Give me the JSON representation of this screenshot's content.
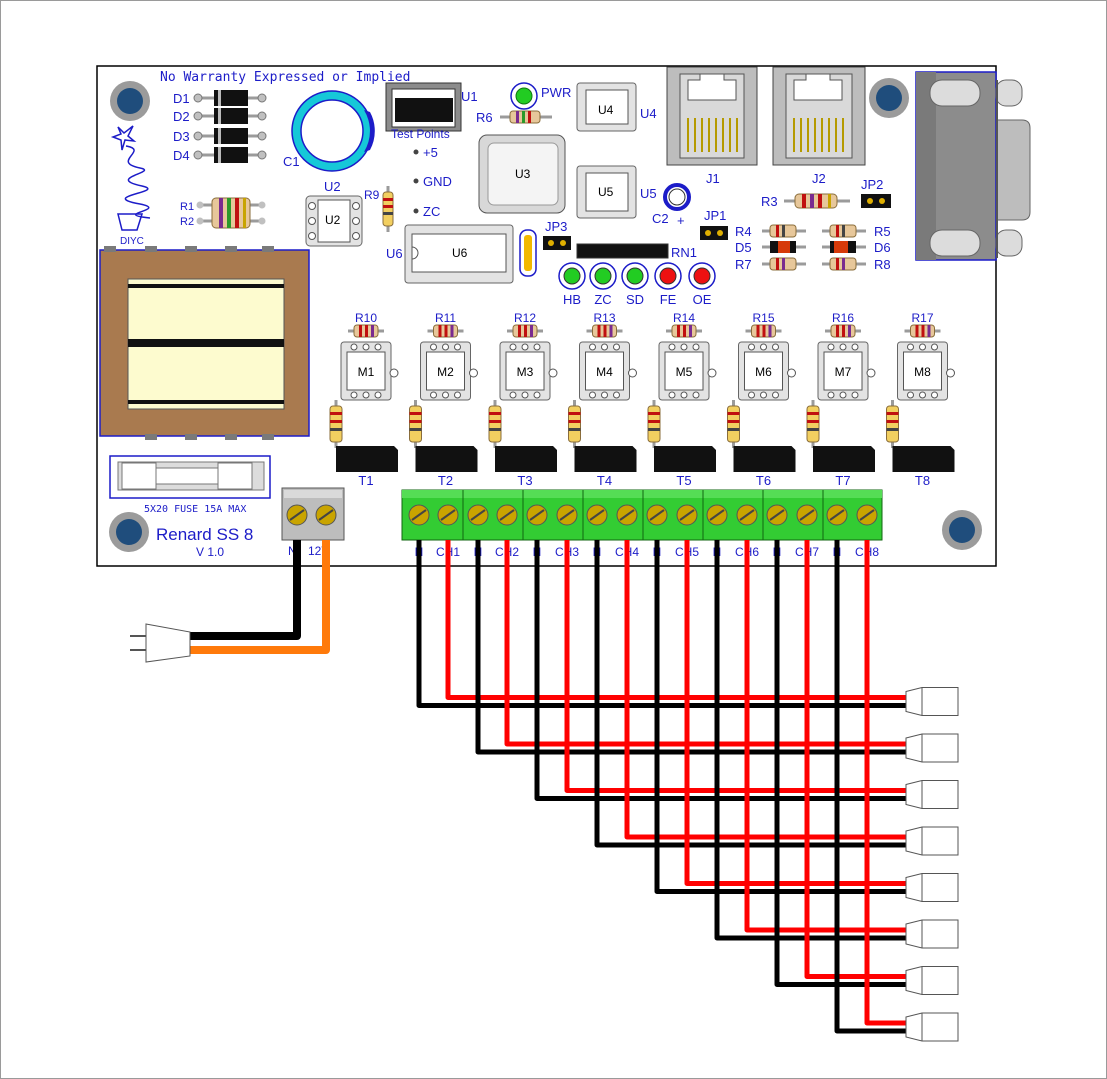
{
  "board": {
    "warranty": "No Warranty Expressed or Implied",
    "name": "Renard SS 8",
    "version": "V 1.0",
    "logo_text": "DIYC",
    "fuse_label": "5X20  FUSE  15A  MAX"
  },
  "diodes": [
    "D1",
    "D2",
    "D3",
    "D4"
  ],
  "resistors": {
    "r1": "R1",
    "r2": "R2",
    "r3": "R3",
    "r4": "R4",
    "r5": "R5",
    "r6": "R6",
    "r7": "R7",
    "r8": "R8",
    "r9": "R9",
    "d5": "D5",
    "d6": "D6",
    "rn1": "RN1"
  },
  "chips": {
    "u1": "U1",
    "u2": "U2",
    "u2_body": "U2",
    "u3": "U3",
    "u4": "U4",
    "u4_side": "U4",
    "u5": "U5",
    "u5_side": "U5",
    "u6": "U6",
    "u6_body": "U6",
    "c1": "C1",
    "c2": "C2",
    "c2_plus": "+",
    "pwr": "PWR"
  },
  "connectors": {
    "j1": "J1",
    "j2": "J2",
    "jp1": "JP1",
    "jp2": "JP2",
    "jp3": "JP3"
  },
  "test_points": {
    "title": "Test Points",
    "items": [
      "+5",
      "GND",
      "ZC"
    ]
  },
  "leds": [
    "HB",
    "ZC",
    "SD",
    "FE",
    "OE"
  ],
  "led_colors": [
    "green",
    "green",
    "green",
    "red",
    "red"
  ],
  "channels": [
    {
      "r": "R10",
      "m": "M1",
      "t": "T1"
    },
    {
      "r": "R11",
      "m": "M2",
      "t": "T2"
    },
    {
      "r": "R12",
      "m": "M3",
      "t": "T3"
    },
    {
      "r": "R13",
      "m": "M4",
      "t": "T4"
    },
    {
      "r": "R14",
      "m": "M5",
      "t": "T5"
    },
    {
      "r": "R15",
      "m": "M6",
      "t": "T6"
    },
    {
      "r": "R16",
      "m": "M7",
      "t": "T7"
    },
    {
      "r": "R17",
      "m": "M8",
      "t": "T8"
    }
  ],
  "power_terminal": {
    "n": "N",
    "v": "12V"
  },
  "terminal_labels": [
    "N",
    "CH1",
    "N",
    "CH2",
    "N",
    "CH3",
    "N",
    "CH4",
    "N",
    "CH5",
    "N",
    "CH6",
    "N",
    "CH7",
    "N",
    "CH8"
  ],
  "colors": {
    "pcb_outline": "#000000",
    "silk": "#1c1cc8",
    "terminal_green": "#33cc33",
    "wire_hot": "#ff0000",
    "wire_neutral": "#000000",
    "power_hot": "#ff7a0a",
    "transformer_frame": "#a97a4f",
    "transformer_core": "#fdfbcf"
  }
}
